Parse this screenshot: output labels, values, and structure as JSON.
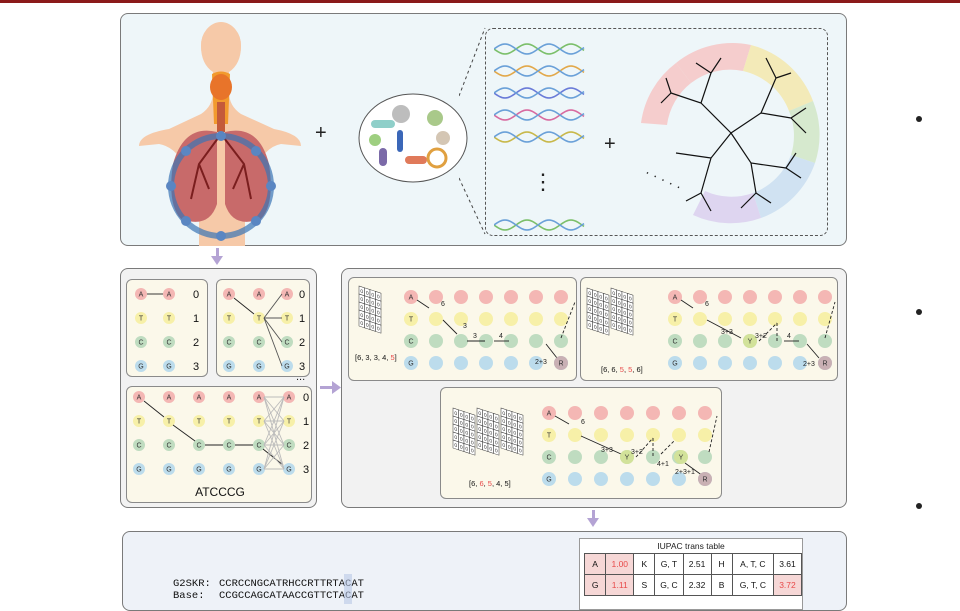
{
  "symbols": {
    "plus_1": "+",
    "plus_2": "+",
    "vdots": "⋮",
    "hdots": "· · · · ·",
    "ellipsis": "..."
  },
  "graph": {
    "node_letters": [
      "A",
      "T",
      "C",
      "G"
    ],
    "weights": [
      "0",
      "1",
      "2",
      "3"
    ],
    "sequence": "ATCCCG",
    "p1_vector": [
      "[6, 3, 3, 4, ",
      "5",
      "]"
    ],
    "p1_edges": [
      "6",
      "3",
      "3",
      "4",
      "2+3"
    ],
    "p1_r": "R",
    "p2_vector": [
      "[6, 6, ",
      "5",
      ", ",
      "5",
      ", 6]"
    ],
    "p2_edges": [
      "6",
      "3+3",
      "3+2",
      "4",
      "2+3"
    ],
    "p2_y": "Y",
    "p2_r": "R",
    "p3_vector": [
      "[6, ",
      "6",
      ", ",
      "5",
      ", 4, 5]"
    ],
    "p3_edges": [
      "6",
      "3+3",
      "3+2",
      "4+1",
      "2+3+1"
    ],
    "p3_y": "Y",
    "p3_r": "R"
  },
  "alignment": {
    "rows": [
      {
        "label": "G2SKR:",
        "seq": "CCRCCNGCATRHCCRTTRTACAT"
      },
      {
        "label": "Base:",
        "seq": "CCGCCAGCATAACCGTTCTACAT"
      }
    ]
  },
  "iupac": {
    "title": "IUPAC  trans table",
    "rows": [
      [
        "A",
        "1.00",
        "K",
        "G, T",
        "2.51",
        "H",
        "A, T, C",
        "3.61"
      ],
      [
        "G",
        "1.11",
        "S",
        "G, C",
        "2.32",
        "B",
        "G, T, C",
        "3.72"
      ]
    ]
  },
  "colors": {
    "A": "#f4b7b4",
    "T": "#f7f0a8",
    "C": "#bfdcc0",
    "G": "#bcdcec",
    "Y": "#d2e29a",
    "R": "#c9b0b4",
    "accent_red": "#e84a4a",
    "arrow": "#b4a3d4"
  }
}
